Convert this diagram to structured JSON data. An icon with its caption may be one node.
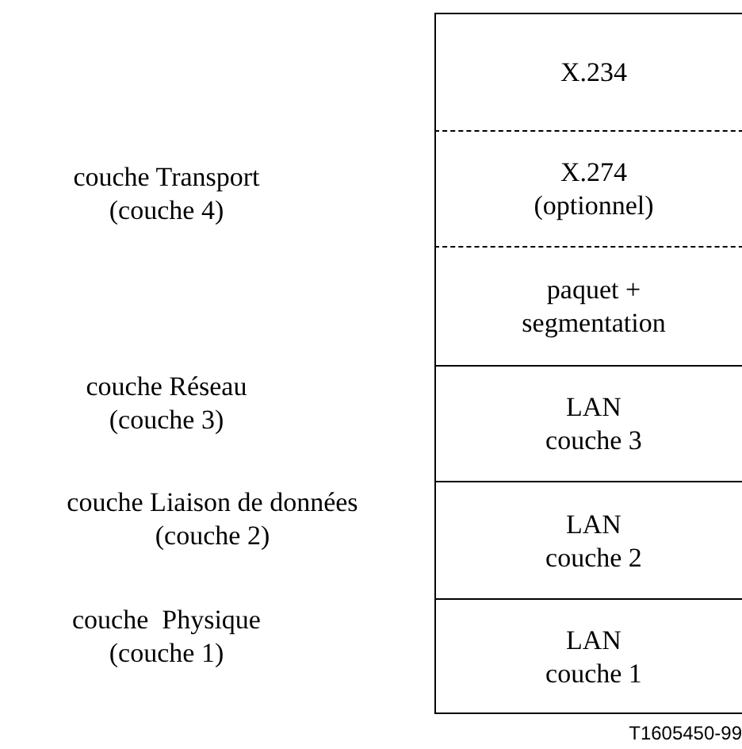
{
  "diagram": {
    "nodes": [
      {
        "text": [
          "X.234"
        ]
      },
      {
        "text": [
          "X.274 (optionnel)"
        ]
      },
      {
        "text": [
          "paquet + segmentation"
        ]
      },
      {
        "text": [
          "LAN couche 3"
        ]
      },
      {
        "text": [
          "LAN couche 2"
        ]
      },
      {
        "text": [
          "LAN couche 1"
        ]
      }
    ],
    "labels": [
      "couche Transport (couche 4)",
      "couche Réseau (couche 3)",
      "couche Liaison de données (couche 2)",
      "couche  Physique (couche 1)",
      "T1605450-99"
    ]
  }
}
